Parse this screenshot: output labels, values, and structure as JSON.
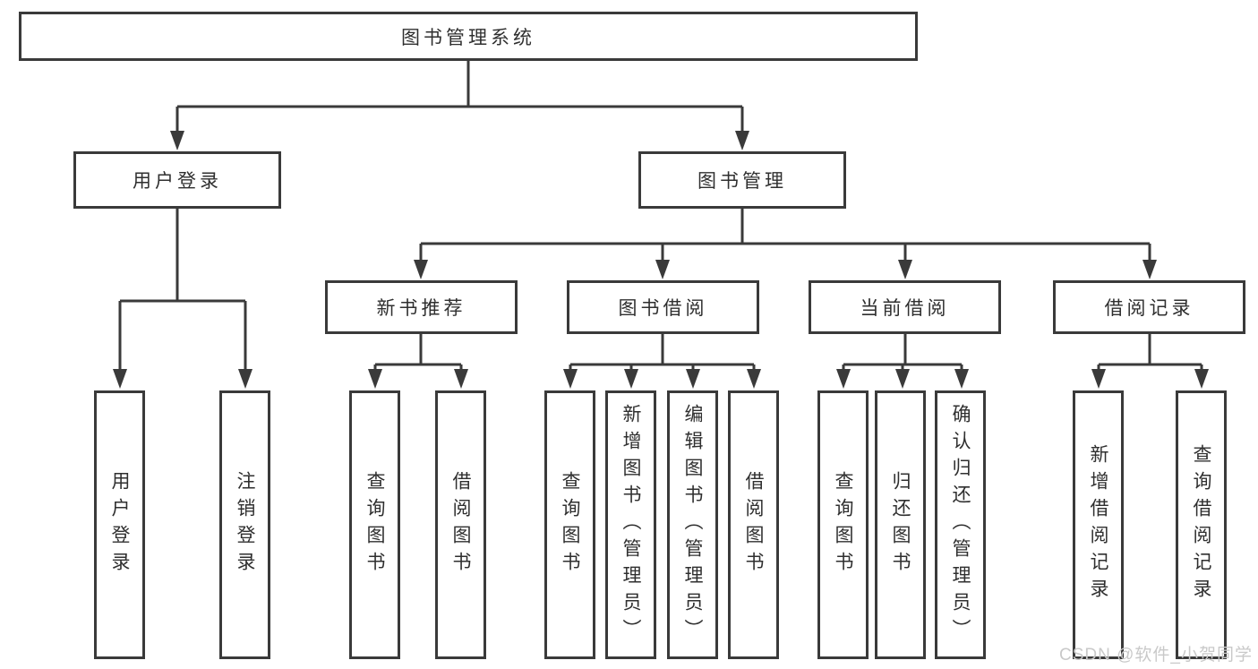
{
  "diagram": {
    "root": {
      "label": "图书管理系统"
    },
    "level2": [
      {
        "label": "用户登录"
      },
      {
        "label": "图书管理"
      }
    ],
    "level3": [
      {
        "label": "新书推荐"
      },
      {
        "label": "图书借阅"
      },
      {
        "label": "当前借阅"
      },
      {
        "label": "借阅记录"
      }
    ],
    "leaves": {
      "user_login": [
        "用户登录",
        "注销登录"
      ],
      "new_books": [
        "查询图书",
        "借阅图书"
      ],
      "book_borrowing": [
        "查询图书",
        "新增图书（管理员）",
        "编辑图书（管理员）",
        "借阅图书"
      ],
      "current_borrowing": [
        "查询图书",
        "归还图书",
        "确认归还（管理员）"
      ],
      "borrowing_records": [
        "新增借阅记录",
        "查询借阅记录"
      ]
    }
  },
  "watermark": "CSDN @软件_小贺同学",
  "colors": {
    "line": "#3a3a3a",
    "text": "#2f2f2f",
    "watermark": "#c9c9c9",
    "background": "#ffffff"
  }
}
